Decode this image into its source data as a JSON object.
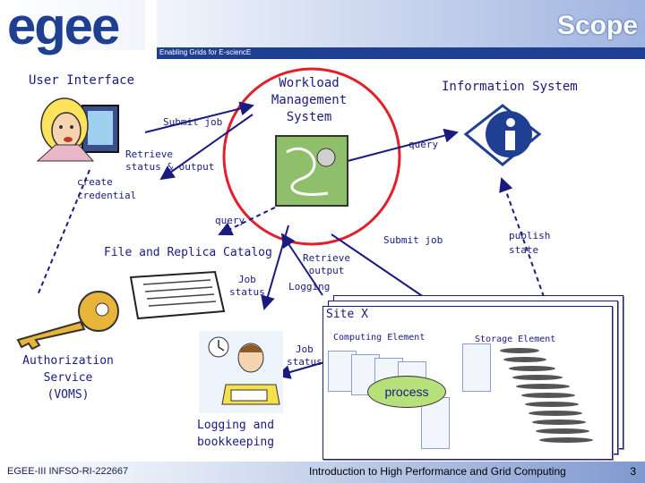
{
  "header": {
    "logo_text": "egee",
    "title": "Scope",
    "tagline": "Enabling Grids for E-sciencE"
  },
  "labels": {
    "user_interface": "User Interface",
    "wms_line1": "Workload",
    "wms_line2": "Management",
    "wms_line3": "System",
    "information_system": "Information System",
    "submit_job_top": "Submit job",
    "query_top": "query",
    "retrieve_line1": "Retrieve",
    "retrieve_line2": "status & output",
    "create_line1": "create",
    "create_line2": "credential",
    "query_mid": "query",
    "replica_catalog": "File and Replica Catalog",
    "job_status_left_1": "Job",
    "job_status_left_2": "status",
    "retrieve_output_1": "Retrieve",
    "retrieve_output_2": "output",
    "logging": "Logging",
    "submit_job_right": "Submit job",
    "publish_1": "publish",
    "publish_2": "state",
    "site": "Site X",
    "computing_element": "Computing Element",
    "storage_element": "Storage Element",
    "job_status_site_1": "Job",
    "job_status_site_2": "status",
    "process": "process",
    "authz_line1": "Authorization",
    "authz_line2": "Service",
    "authz_line3": "(VOMS)",
    "lb_line1": "Logging and",
    "lb_line2": "bookkeeping"
  },
  "footer": {
    "left": "EGEE-III INFSO-RI-222667",
    "center": "Introduction to High Performance and Grid Computing",
    "page": "3"
  },
  "colors": {
    "brand_blue": "#1f3f93",
    "accent_red": "#e0202a",
    "label_blue": "#1a1a80",
    "process_green": "#b6e07a"
  }
}
